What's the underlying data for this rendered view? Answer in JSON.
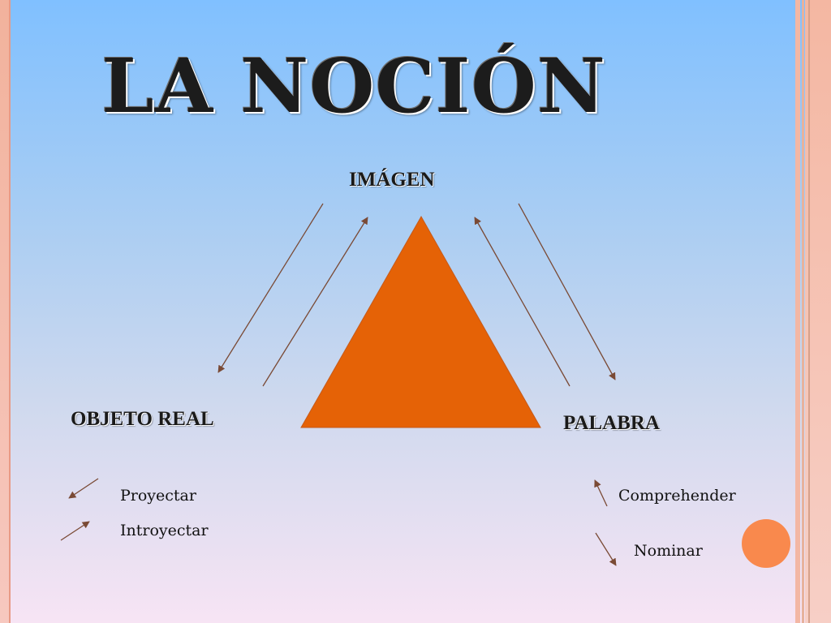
{
  "slide": {
    "title": "LA NOCIÓN",
    "nodes": {
      "top": "IMÁGEN",
      "left": "OBJETO REAL",
      "right": "PALABRA"
    },
    "legend": {
      "proyectar": "Proyectar",
      "introyectar": "Introyectar",
      "comprehender": "Comprehender",
      "nominar": "Nominar"
    },
    "colors": {
      "triangle": "#e56206",
      "arrow": "#7a4a35",
      "accent_circle": "#f9894d",
      "background_top": "#80c0ff",
      "background_bottom": "#f7e4f4"
    }
  }
}
